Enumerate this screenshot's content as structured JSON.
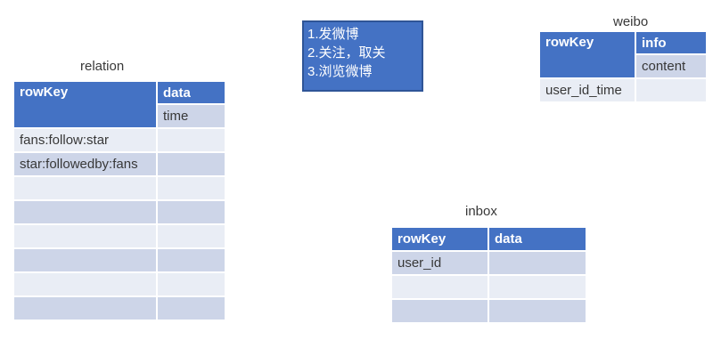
{
  "colors": {
    "header_blue": "#4472c4",
    "band_light": "#e9edf5",
    "band_dark": "#cdd5e8",
    "note_border": "#2f5597",
    "text_dark": "#383838"
  },
  "note_box": {
    "lines": [
      "1.发微博",
      "2.关注，取关",
      "3.浏览微博"
    ]
  },
  "tables": {
    "relation": {
      "title": "relation",
      "key_header": "rowKey",
      "family_header": "data",
      "qualifier": "time",
      "rows": [
        "fans:follow:star",
        "star:followedby:fans",
        "",
        "",
        "",
        "",
        "",
        ""
      ]
    },
    "weibo": {
      "title": "weibo",
      "key_header": "rowKey",
      "family_header": "info",
      "qualifier": "content",
      "rows": [
        "user_id_time"
      ]
    },
    "inbox": {
      "title": "inbox",
      "key_header": "rowKey",
      "family_header": "data",
      "rows": [
        "user_id",
        "",
        ""
      ]
    }
  }
}
